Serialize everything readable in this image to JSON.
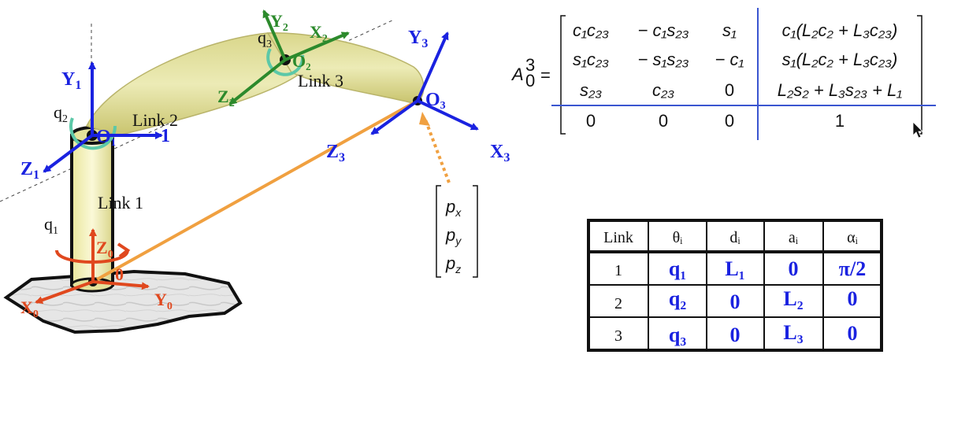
{
  "diagram": {
    "labels": {
      "y1": "Y",
      "y1_sub": "1",
      "z1": "Z",
      "z1_sub": "1",
      "o1": "O",
      "o1_sub": "1",
      "x1_sub": "1",
      "q1": "q",
      "q1_sub": "1",
      "q2": "q",
      "q2_sub": "2",
      "q3": "q",
      "q3_sub": "3",
      "link1": "Link 1",
      "link2": "Link 2",
      "link3": "Link 3",
      "y2": "Y",
      "y2_sub": "2",
      "x2": "X",
      "x2_sub": "2",
      "z2": "Z",
      "z2_sub": "2",
      "o2": "O",
      "o2_sub": "2",
      "y3": "Y",
      "y3_sub": "3",
      "x3": "X",
      "x3_sub": "3",
      "z3": "Z",
      "z3_sub": "3",
      "o3": "O",
      "o3_sub": "3",
      "z0": "Z",
      "z0_sub": "0",
      "x0": "X",
      "x0_sub": "0",
      "y0": "Y",
      "y0_sub": "0",
      "o0_sub": "0",
      "px": "p",
      "px_sub": "x",
      "py": "p",
      "py_sub": "y",
      "pz": "p",
      "pz_sub": "z"
    },
    "colors": {
      "blue": "#1a22e0",
      "green": "#2c8a2c",
      "red": "#e0481e",
      "orange": "#f0a040",
      "teal": "#5cc8a8",
      "link_fill": "#e8e6a0"
    }
  },
  "matrix": {
    "lhs": "A",
    "lhs_sub": "0",
    "lhs_sup": "3",
    "eq": "=",
    "rows": [
      [
        "c₁c₂₃",
        "− c₁s₂₃",
        "s₁",
        "c₁(L₂c₂ + L₃c₂₃)"
      ],
      [
        "s₁c₂₃",
        "− s₁s₂₃",
        "− c₁",
        "s₁(L₂c₂ + L₃c₂₃)"
      ],
      [
        "s₂₃",
        "c₂₃",
        "0",
        "L₂s₂ + L₃s₂₃ + L₁"
      ],
      [
        "0",
        "0",
        "0",
        "1"
      ]
    ]
  },
  "dh_table": {
    "headers": [
      "Link",
      "θᵢ",
      "dᵢ",
      "aᵢ",
      "αᵢ"
    ],
    "rows": [
      [
        "1",
        "q₁",
        "L₁",
        "0",
        "π/2"
      ],
      [
        "2",
        "q₂",
        "0",
        "L₂",
        "0"
      ],
      [
        "3",
        "q₃",
        "0",
        "L₃",
        "0"
      ]
    ]
  }
}
